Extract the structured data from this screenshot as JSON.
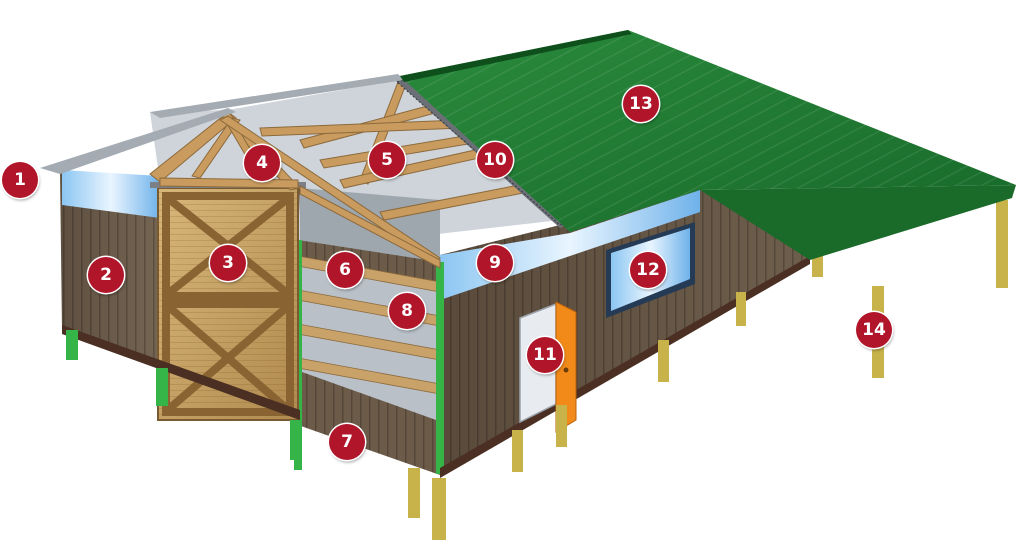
{
  "colors": {
    "roof": "#1f7a32",
    "wall": "#6b5a48",
    "wood": "#c9a66b",
    "post": "#3cb84b",
    "window": "#5aa8e6",
    "door": "#f28a1a",
    "badge": "#b0152a"
  },
  "callouts": [
    {
      "id": "1",
      "label": "1"
    },
    {
      "id": "2",
      "label": "2"
    },
    {
      "id": "3",
      "label": "3"
    },
    {
      "id": "4",
      "label": "4"
    },
    {
      "id": "5",
      "label": "5"
    },
    {
      "id": "6",
      "label": "6"
    },
    {
      "id": "7",
      "label": "7"
    },
    {
      "id": "8",
      "label": "8"
    },
    {
      "id": "9",
      "label": "9"
    },
    {
      "id": "10",
      "label": "10"
    },
    {
      "id": "11",
      "label": "11"
    },
    {
      "id": "12",
      "label": "12"
    },
    {
      "id": "13",
      "label": "13"
    },
    {
      "id": "14",
      "label": "14"
    }
  ]
}
